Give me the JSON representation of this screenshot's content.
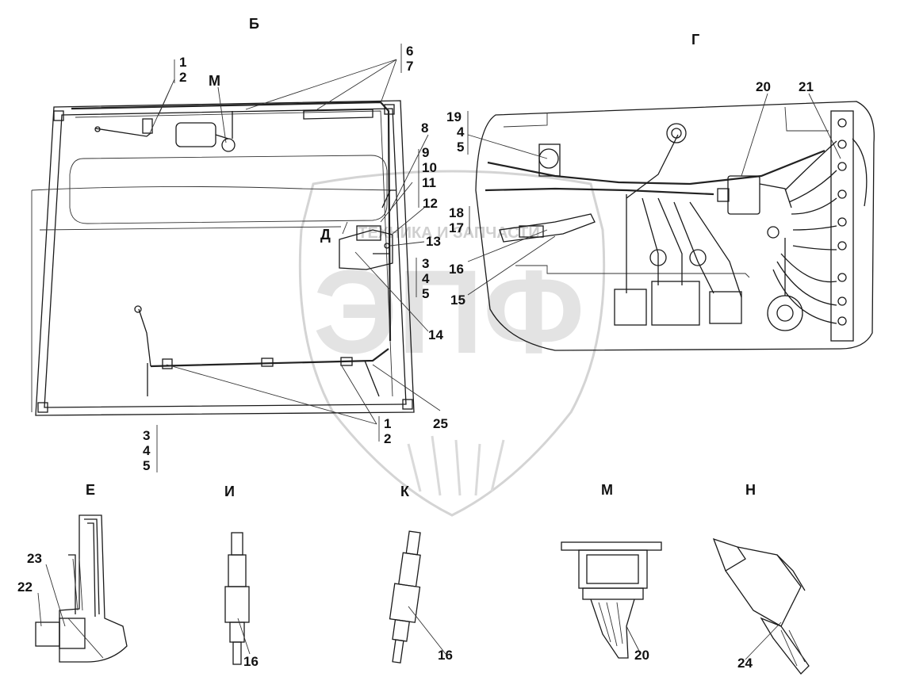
{
  "views": {
    "b": "Б",
    "g": "Г",
    "e": "Е",
    "i": "И",
    "k": "К",
    "m": "М",
    "n": "Н",
    "d": "Д",
    "m_callout": "М"
  },
  "callouts": {
    "n1a": "1",
    "n2a": "2",
    "n6": "6",
    "n7": "7",
    "n8": "8",
    "n9": "9",
    "n10": "10",
    "n11": "11",
    "n12": "12",
    "n13": "13",
    "n3a": "3",
    "n4a": "4",
    "n5a": "5",
    "n14": "14",
    "n1b": "1",
    "n2b": "2",
    "n25": "25",
    "n3b": "3",
    "n4b": "4",
    "n5b": "5",
    "n19": "19",
    "n4c": "4",
    "n5c": "5",
    "n18": "18",
    "n17": "17",
    "n16a": "16",
    "n15": "15",
    "n20a": "20",
    "n21": "21",
    "n23": "23",
    "n22": "22",
    "n16b": "16",
    "n16c": "16",
    "n20b": "20",
    "n24": "24"
  },
  "watermark": {
    "letters": "ЭПФ",
    "caption": "ТЕХНИКА И ЗАПЧАСТИ"
  }
}
